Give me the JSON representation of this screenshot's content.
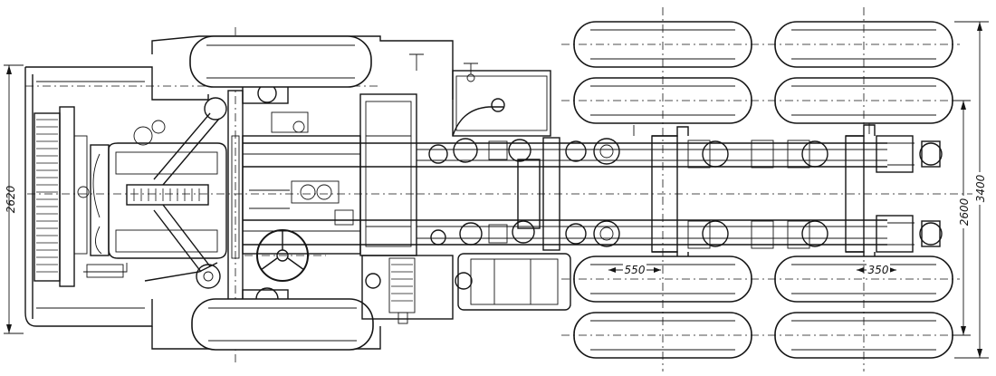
{
  "dimensions": {
    "overall_width": "2620",
    "overall_length": "3400",
    "track": "2600",
    "wheel_offset_front": "550",
    "wheel_offset_rear": "350"
  },
  "colors": {
    "ink": "#151515",
    "paper": "#ffffff"
  }
}
